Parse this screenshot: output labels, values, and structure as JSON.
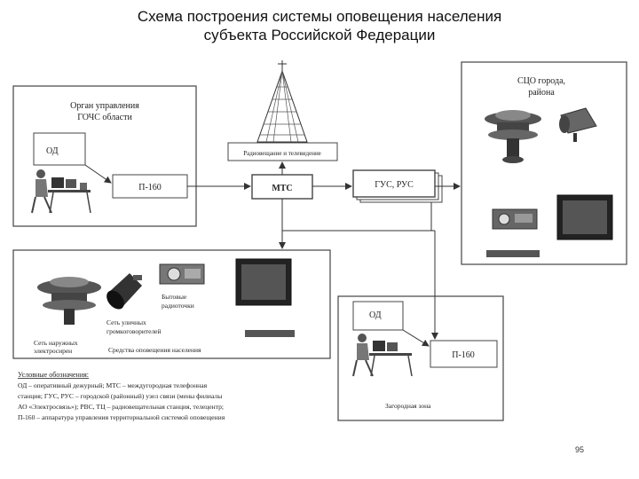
{
  "title": {
    "line1": "Схема построения системы оповещения населения",
    "line2": "субъекта Российской Федерации"
  },
  "regional_body": {
    "title_line1": "Орган управления",
    "title_line2": "ГОЧС области",
    "od_label": "ОД",
    "p160_label": "П-160"
  },
  "broadcast": {
    "label": "Радиовещание и телевидение"
  },
  "mts": {
    "label": "МТС"
  },
  "gus": {
    "label": "ГУС,  РУС"
  },
  "sco": {
    "title_line1": "СЦО города,",
    "title_line2": "района"
  },
  "means": {
    "home_radio_line1": "Бытовые",
    "home_radio_line2": "радиоточки",
    "street_line1": "Сеть уличных",
    "street_line2": "громкоговорителей",
    "sirens_line1": "Сеть наружных",
    "sirens_line2": "электросирен",
    "caption": "Средства оповещения населения"
  },
  "country_zone": {
    "od_label": "ОД",
    "p160_label": "П-160",
    "caption": "Загородная зона"
  },
  "legend": {
    "heading": "Условные обозначения:",
    "lines": [
      "ОД – оперативный дежурный; МТС – междугородная телефонная",
      "станция; ГУС, РУС – городской (районный) узел связи (мены филиалы",
      "АО «Электросвязь»); РВС, ТЦ – радиовещательная станция, телецентр;",
      "П-160 – аппаратура управления территориальной системой оповещения"
    ]
  },
  "page_number": "95"
}
